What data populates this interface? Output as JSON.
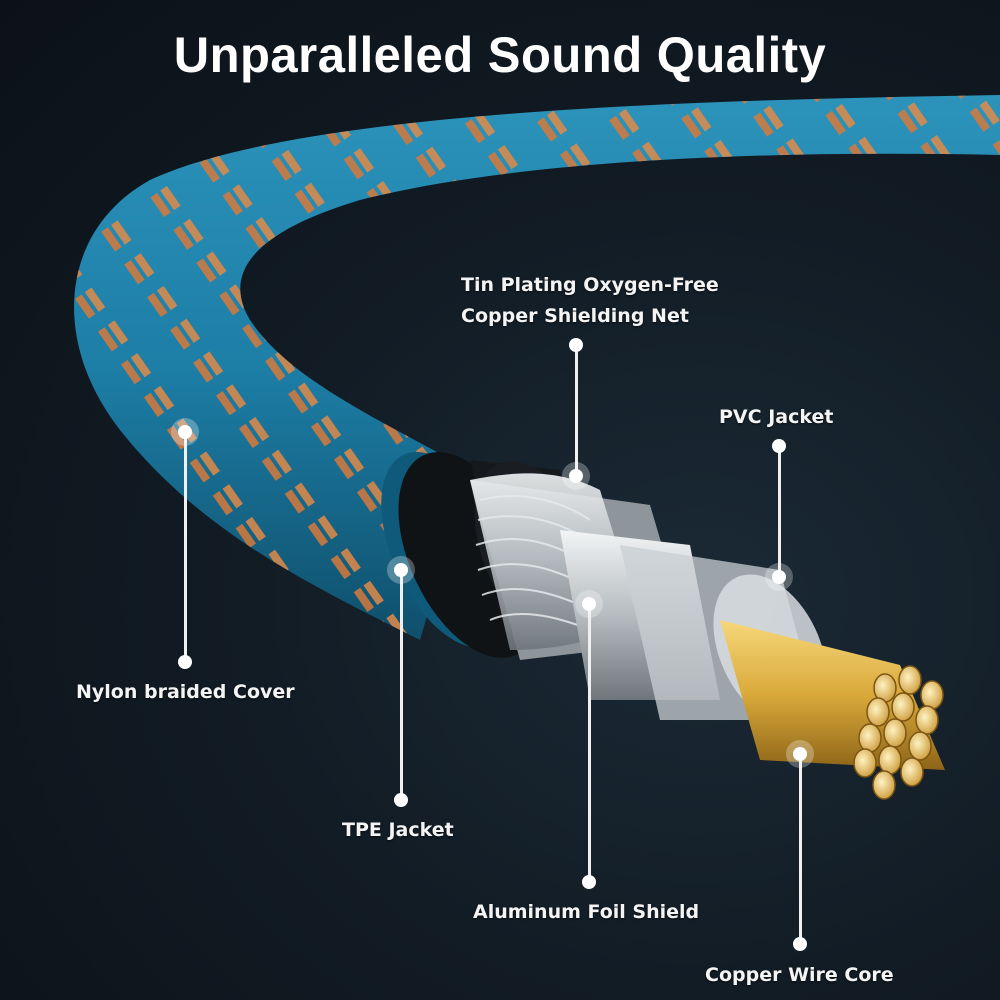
{
  "title": "Unparalleled Sound Quality",
  "labels": {
    "shielding_net": {
      "line1": "Tin Plating Oxygen-Free",
      "line2": "Copper Shielding Net"
    },
    "pvc_jacket": "PVC Jacket",
    "nylon_cover": "Nylon braided Cover",
    "tpe_jacket": "TPE Jacket",
    "foil_shield": "Aluminum Foil Shield",
    "copper_core": "Copper Wire Core"
  },
  "colors": {
    "background": "#121c25",
    "braid_blue": "#1f7fa6",
    "braid_copper": "#d7793a",
    "tpe_black": "#16191c",
    "silver": "#c7ccd0",
    "gold": "#d9a93a",
    "label_text": "#f4f4f4"
  }
}
